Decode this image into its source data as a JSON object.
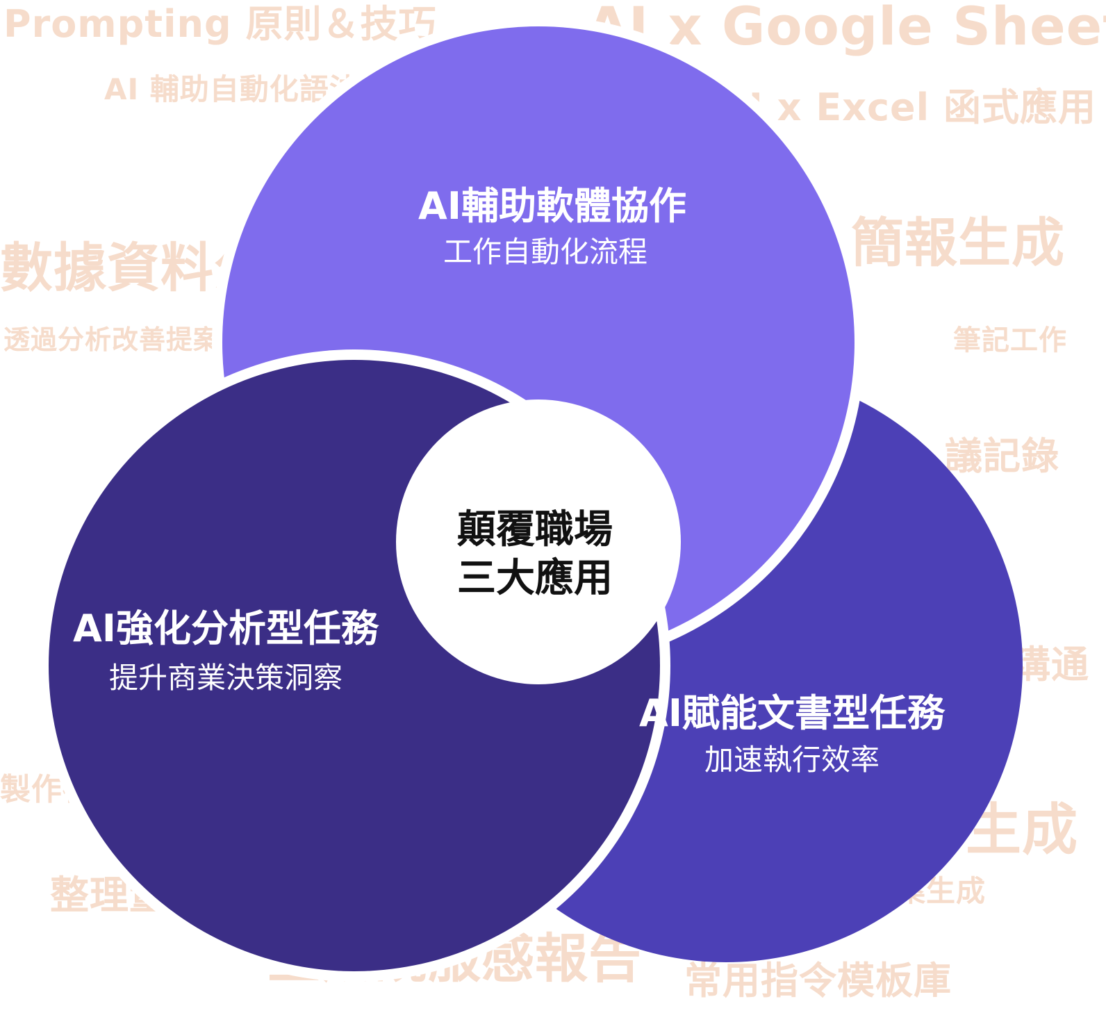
{
  "background_keywords": [
    "Prompting 原則＆技巧",
    "AI x Google Sheet",
    "AI 輔助自動化語法",
    "AI x Excel 函式應用",
    "數據資料分",
    "簡報生成",
    "透過分析改善提案",
    "筆記工作",
    "議記錄",
    "溝通",
    "製作視",
    "生成",
    "整理量化",
    "案生成",
    "生成說服感報告",
    "常用指令模板庫"
  ],
  "center": {
    "line1": "顛覆職場",
    "line2": "三大應用"
  },
  "nodes": {
    "top": {
      "title": "AI輔助軟體協作",
      "subtitle": "工作自動化流程"
    },
    "left": {
      "title": "AI強化分析型任務",
      "subtitle": "提升商業決策洞察"
    },
    "right": {
      "title": "AI賦能文書型任務",
      "subtitle": "加速執行效率"
    }
  },
  "colors": {
    "top": "#7f6ced",
    "left": "#3b2e86",
    "right": "#4c40b6",
    "background_text": "#f6dccb",
    "center_text": "#111111"
  }
}
